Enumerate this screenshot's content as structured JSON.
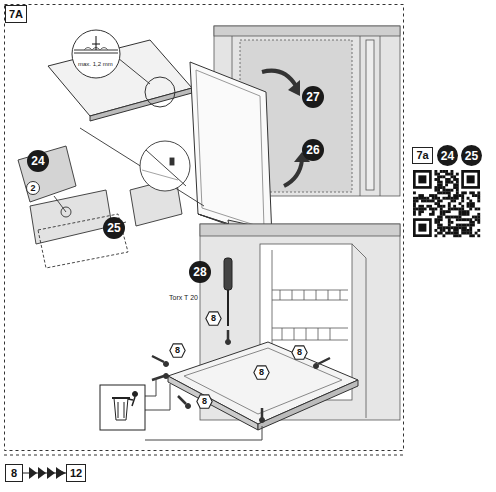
{
  "diagram": {
    "nodes": [
      {
        "text": [
          "7A"
        ]
      },
      {
        "text": [
          "24"
        ]
      },
      {
        "text": [
          "2"
        ]
      },
      {
        "text": [
          "25"
        ]
      },
      {
        "text": [
          "27"
        ]
      },
      {
        "text": [
          "26"
        ]
      },
      {
        "text": [
          "28"
        ]
      },
      {
        "text": [
          "8"
        ]
      },
      {
        "text": [
          "8"
        ]
      },
      {
        "text": [
          "8"
        ]
      },
      {
        "text": [
          "8"
        ]
      },
      {
        "text": [
          "8"
        ]
      },
      {
        "text": [
          "7a"
        ]
      },
      {
        "text": [
          "24"
        ]
      },
      {
        "text": [
          "25"
        ]
      },
      {
        "text": [
          "8"
        ]
      },
      {
        "text": [
          "12"
        ]
      }
    ],
    "edges": [
      {
        "from": 15,
        "to": 16,
        "arrow": "to"
      }
    ],
    "labels": [
      "max. 1,2 mm",
      "Torx T 20"
    ]
  }
}
